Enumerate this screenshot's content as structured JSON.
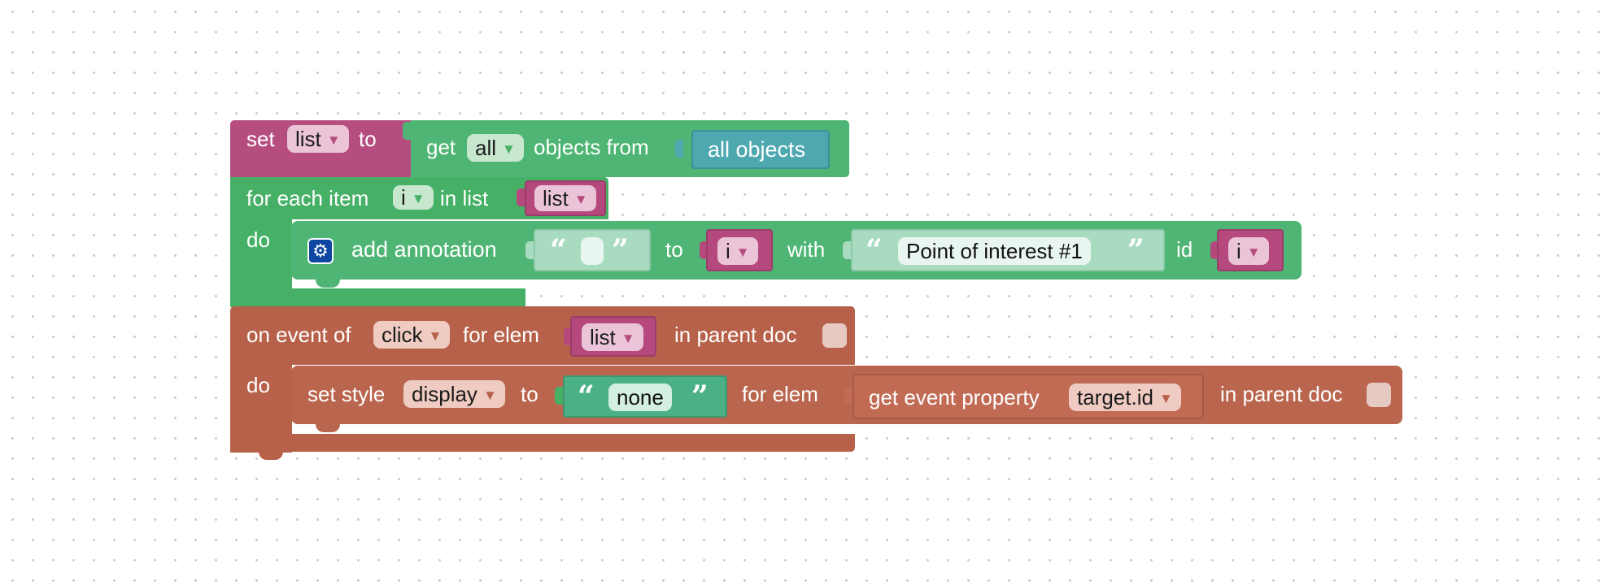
{
  "set_block": {
    "set_label": "set",
    "variable": "list",
    "to_label": "to"
  },
  "get_block": {
    "get_label": "get",
    "scope": "all",
    "from_label": "objects from",
    "source": "all objects"
  },
  "foreach_block": {
    "prefix_label": "for each item",
    "variable": "i",
    "in_list_label": "in list",
    "list_var": "list",
    "do_label": "do"
  },
  "annotation_block": {
    "icon": "gear-icon",
    "label": "add annotation",
    "text_value": "",
    "to_label": "to",
    "to_var": "i",
    "with_label": "with",
    "with_text": "Point of interest #1",
    "id_label": "id",
    "id_var": "i"
  },
  "event_block": {
    "prefix_label": "on event of",
    "event": "click",
    "for_elem_label": "for elem",
    "elem_var": "list",
    "in_parent_label": "in parent doc",
    "do_label": "do"
  },
  "style_block": {
    "label": "set style",
    "property": "display",
    "to_label": "to",
    "value": "none",
    "for_elem_label": "for elem",
    "get_prop_label": "get event property",
    "prop": "target.id",
    "in_parent_label": "in parent doc"
  },
  "quote_open": "“",
  "quote_close": "”",
  "dropdown_arrow": "▼",
  "colors": {
    "variables": "#b54e7e",
    "loops": "#46b166",
    "events": "#b7614a",
    "objects": "#4ea8b0"
  }
}
